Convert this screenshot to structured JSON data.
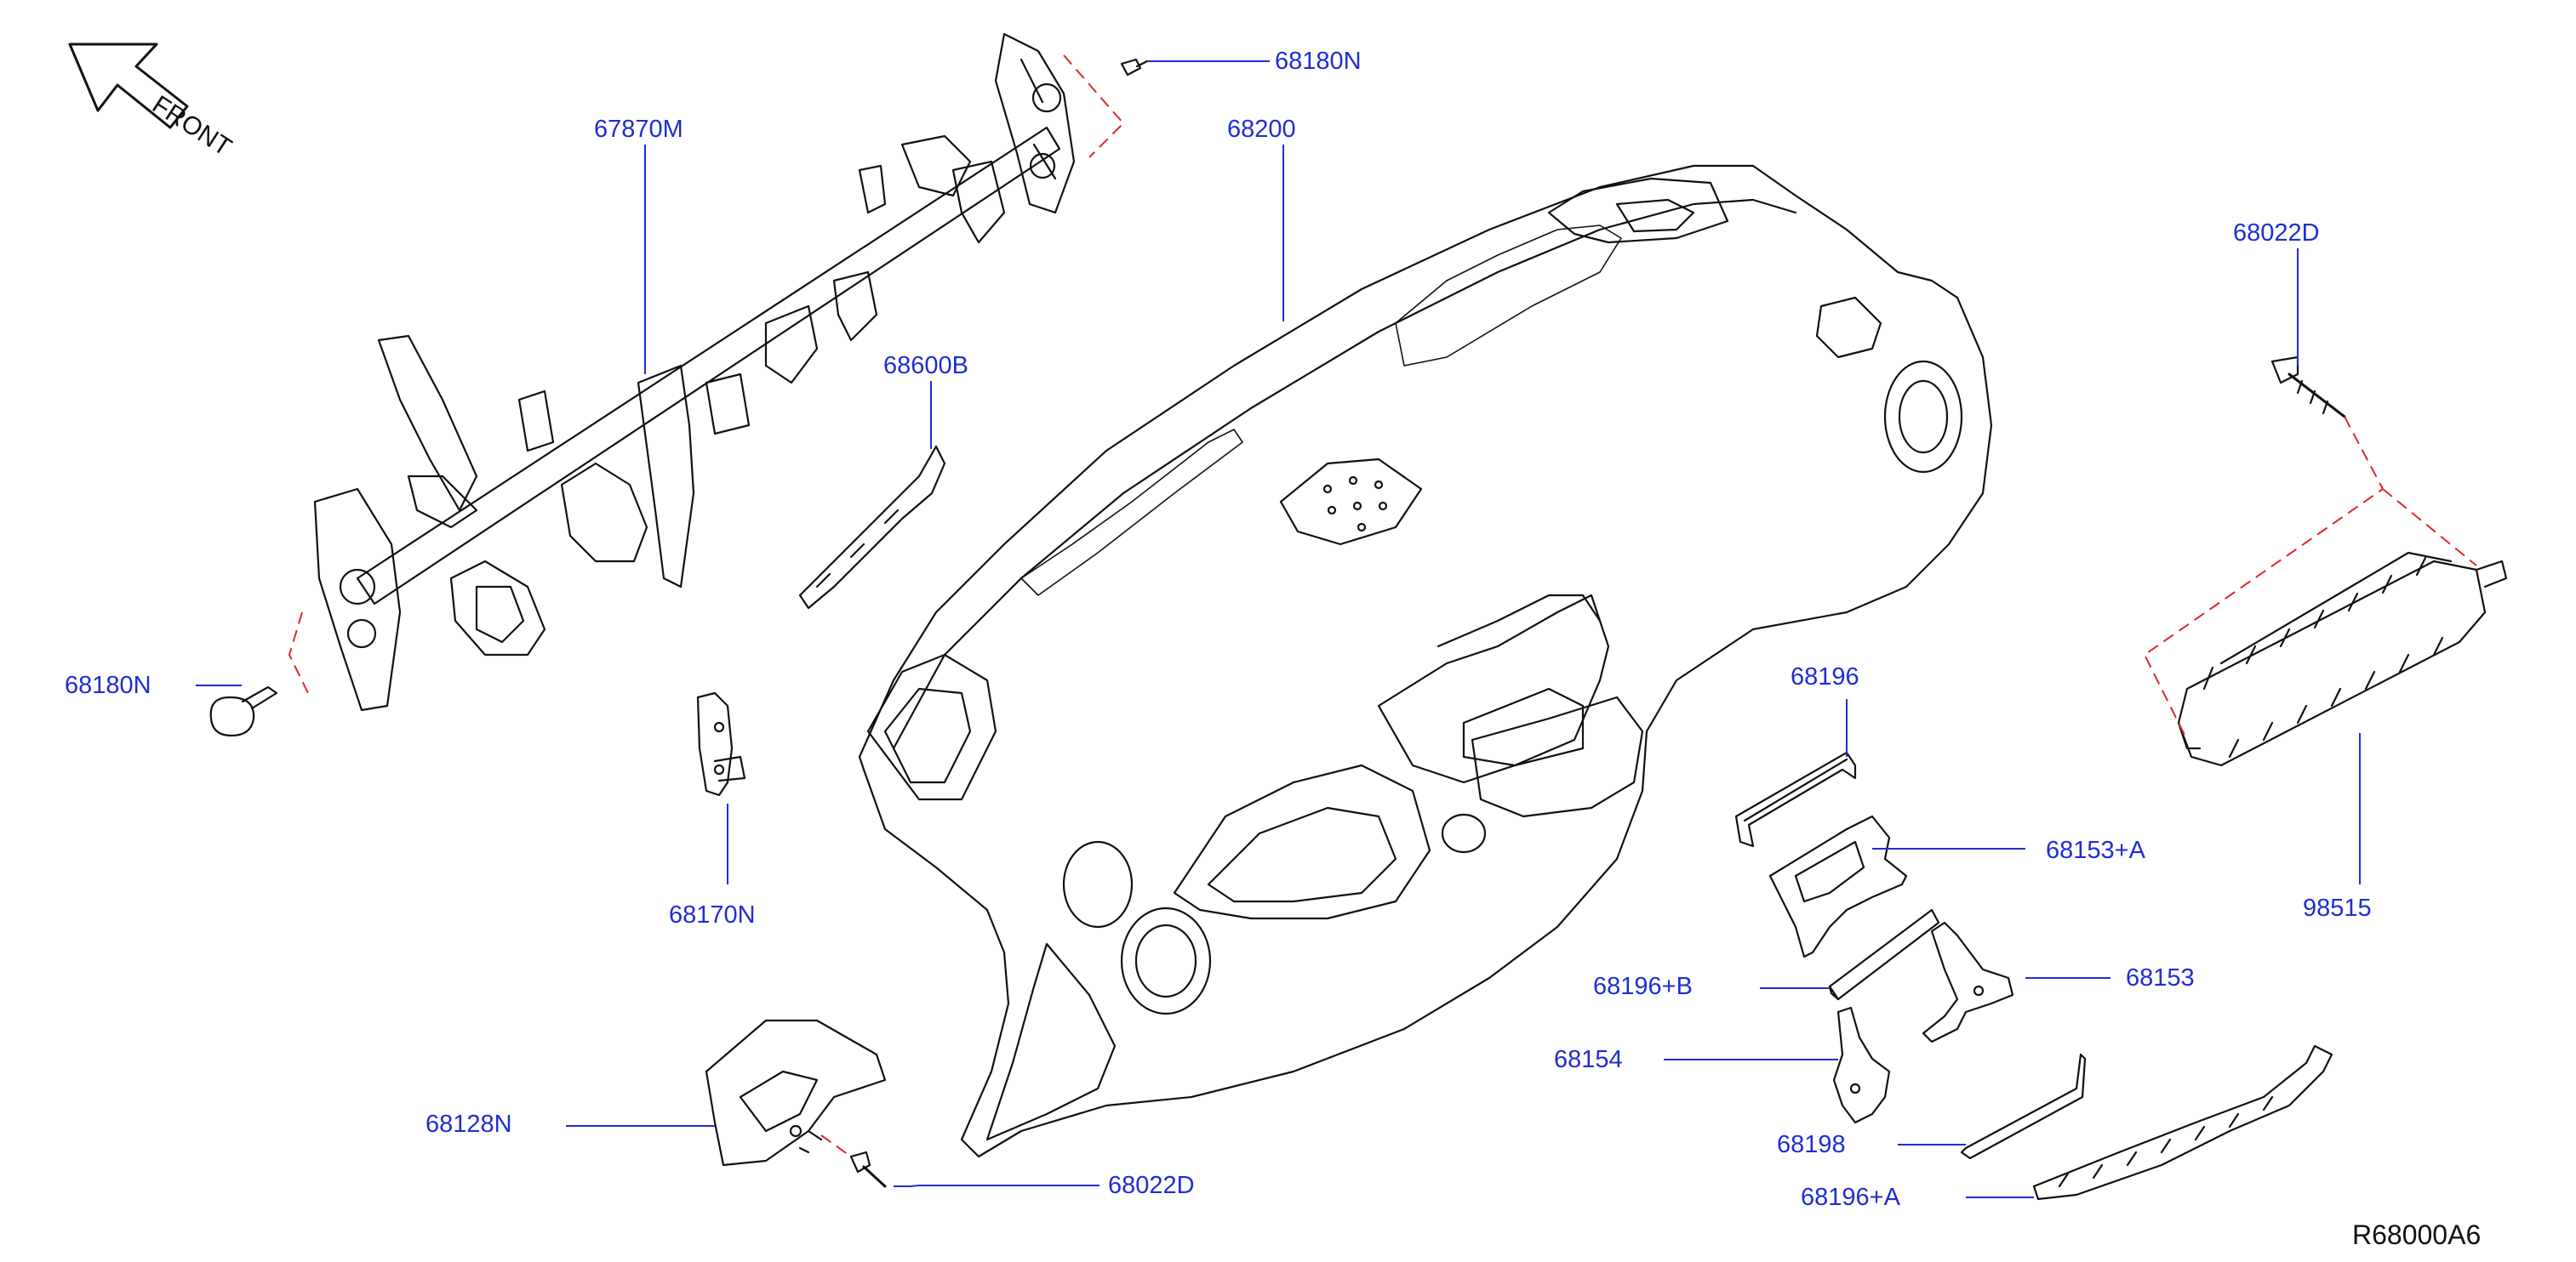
{
  "diagram": {
    "direction_label": "FRONT",
    "reference_code": "R68000A6",
    "line_color": "#111111",
    "callout_color": "#1d2fd0",
    "dash_color": "#e0262b",
    "parts": [
      {
        "key": "p68180N_top",
        "number": "68180N"
      },
      {
        "key": "p67870M",
        "number": "67870M"
      },
      {
        "key": "p68200",
        "number": "68200"
      },
      {
        "key": "p68022D_top",
        "number": "68022D"
      },
      {
        "key": "p68600B",
        "number": "68600B"
      },
      {
        "key": "p68180N_left",
        "number": "68180N"
      },
      {
        "key": "p68196",
        "number": "68196"
      },
      {
        "key": "p68153A",
        "number": "68153+A"
      },
      {
        "key": "p98515",
        "number": "98515"
      },
      {
        "key": "p68170N",
        "number": "68170N"
      },
      {
        "key": "p68196B",
        "number": "68196+B"
      },
      {
        "key": "p68153",
        "number": "68153"
      },
      {
        "key": "p68154",
        "number": "68154"
      },
      {
        "key": "p68128N",
        "number": "68128N"
      },
      {
        "key": "p68198",
        "number": "68198"
      },
      {
        "key": "p68022D_bottom",
        "number": "68022D"
      },
      {
        "key": "p68196A",
        "number": "68196+A"
      }
    ]
  }
}
